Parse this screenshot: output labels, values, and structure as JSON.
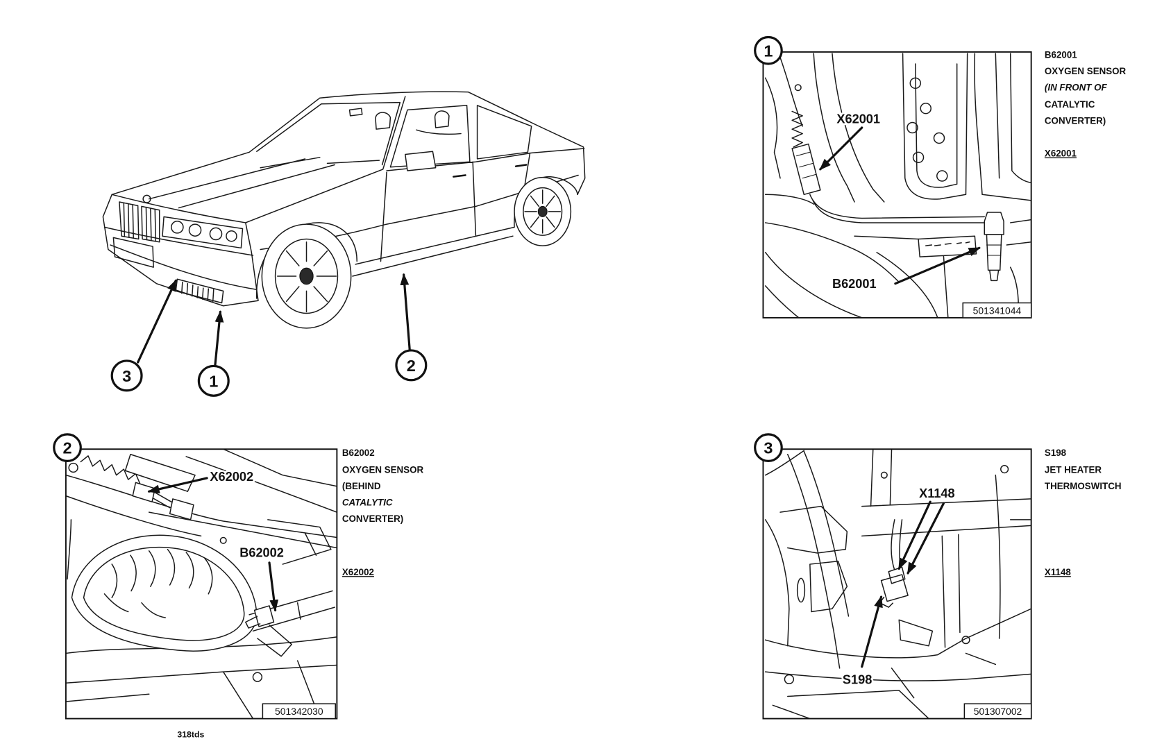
{
  "overview": {
    "callouts": [
      "3",
      "1",
      "2"
    ]
  },
  "panels": [
    {
      "number": "1",
      "labels": {
        "connector": "X62001",
        "sensor": "B62001"
      },
      "code": "501341044",
      "legend": {
        "part_id": "B62001",
        "lines": [
          "OXYGEN SENSOR",
          "(IN FRONT OF",
          "CATALYTIC",
          "CONVERTER)"
        ],
        "connector_id": "X62001"
      }
    },
    {
      "number": "2",
      "labels": {
        "connector": "X62002",
        "sensor": "B62002"
      },
      "code": "501342030",
      "legend": {
        "part_id": "B62002",
        "lines": [
          "OXYGEN SENSOR",
          "(BEHIND",
          "CATALYTIC",
          "CONVERTER)"
        ],
        "connector_id": "X62002"
      }
    },
    {
      "number": "3",
      "labels": {
        "connector": "X1148",
        "sensor": "S198"
      },
      "code": "501307002",
      "legend": {
        "part_id": "S198",
        "lines": [
          "JET HEATER",
          "THERMOSWITCH"
        ],
        "connector_id": "X1148"
      }
    }
  ],
  "footer": {
    "model": "318tds"
  }
}
